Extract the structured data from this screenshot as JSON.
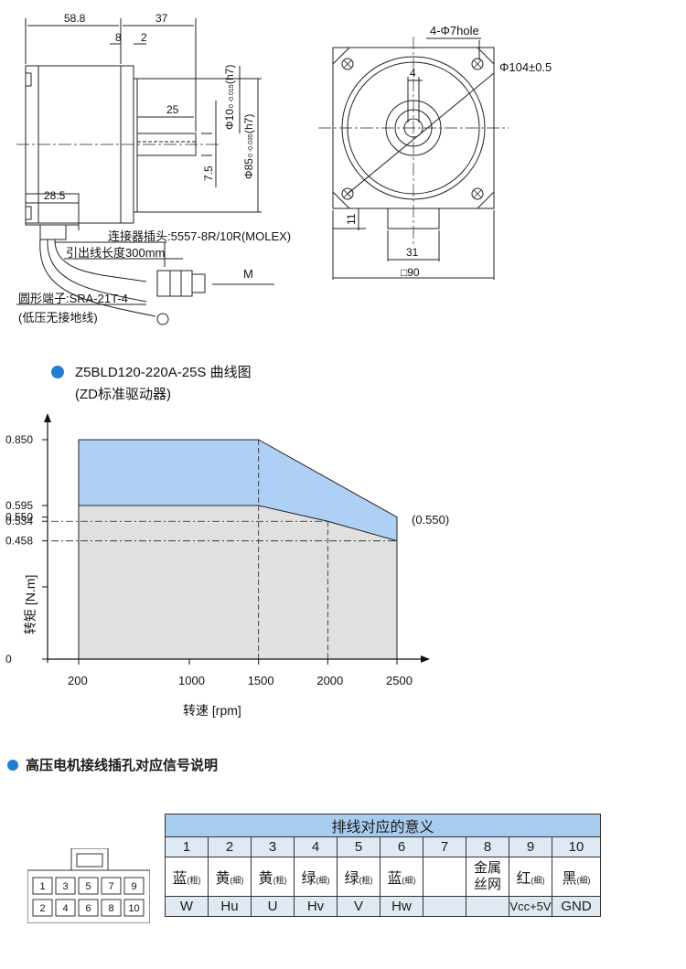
{
  "drawing": {
    "side_dims": {
      "d_58_8": "58.8",
      "d_37": "37",
      "d_8": "8",
      "d_2": "2",
      "d_25": "25",
      "d_28_5": "28.5",
      "d_7_5": "7.5",
      "shaft_dia": "Φ10",
      "shaft_tol": "0 -0.015",
      "shaft_fit": "(h7)",
      "pilot_dia": "Φ85",
      "pilot_tol": "0 -0.035",
      "pilot_fit": "(h7)"
    },
    "notes": {
      "connector": "连接器插头:5557-8R/10R(MOLEX)",
      "lead_length": "引出线长度300mm",
      "terminal": "圆形端子:SRA-21T-4",
      "terminal_note": "(低压无接地线)",
      "m_label": "M"
    },
    "front_dims": {
      "holes": "4-Φ7hole",
      "pcd": "Φ104±0.5",
      "key_4": "4",
      "d_11": "11",
      "d_31": "31",
      "square_90": "□90"
    }
  },
  "chart_section": {
    "title": "Z5BLD120-220A-25S 曲线图",
    "subtitle": "(ZD标准驱动器)",
    "annotation": "(0.550)",
    "accent": "#1f7fd6"
  },
  "chart_data": {
    "type": "area",
    "xlabel": "转速 [rpm]",
    "ylabel": "转矩 [N.m]",
    "x_ticks": [
      "200",
      "1000",
      "1500",
      "2000",
      "2500"
    ],
    "y_ticks": [
      "0",
      "0.458",
      "0.534",
      "0.550",
      "0.595",
      "0.850"
    ],
    "xlim": [
      200,
      2500
    ],
    "ylim": [
      0,
      0.85
    ],
    "series": [
      {
        "color": "#aed0f5",
        "x": [
          200,
          1500,
          2500
        ],
        "y": [
          0.85,
          0.85,
          0.55
        ]
      },
      {
        "color": "#e0e0e0",
        "x": [
          200,
          1500,
          2000,
          2500
        ],
        "y": [
          0.595,
          0.595,
          0.534,
          0.458
        ]
      }
    ]
  },
  "signal_section": {
    "title": "高压电机接线插孔对应信号说明",
    "table_caption": "排线对应的意义",
    "pins": [
      "1",
      "2",
      "3",
      "4",
      "5",
      "6",
      "7",
      "8",
      "9",
      "10"
    ],
    "colors": [
      {
        "main": "蓝",
        "note": "(粗)"
      },
      {
        "main": "黄",
        "note": "(细)"
      },
      {
        "main": "黄",
        "note": "(粗)"
      },
      {
        "main": "绿",
        "note": "(细)"
      },
      {
        "main": "绿",
        "note": "(粗)"
      },
      {
        "main": "蓝",
        "note": "(细)"
      },
      {
        "main": "",
        "note": ""
      },
      {
        "main": "金属丝网",
        "note": ""
      },
      {
        "main": "红",
        "note": "(细)"
      },
      {
        "main": "黑",
        "note": "(细)"
      }
    ],
    "signals": [
      "W",
      "Hu",
      "U",
      "Hv",
      "V",
      "Hw",
      "",
      "",
      "Vcc+5V",
      "GND"
    ],
    "connector_top_row": [
      "1",
      "3",
      "5",
      "7",
      "9"
    ],
    "connector_bottom_row": [
      "2",
      "4",
      "6",
      "8",
      "10"
    ]
  }
}
